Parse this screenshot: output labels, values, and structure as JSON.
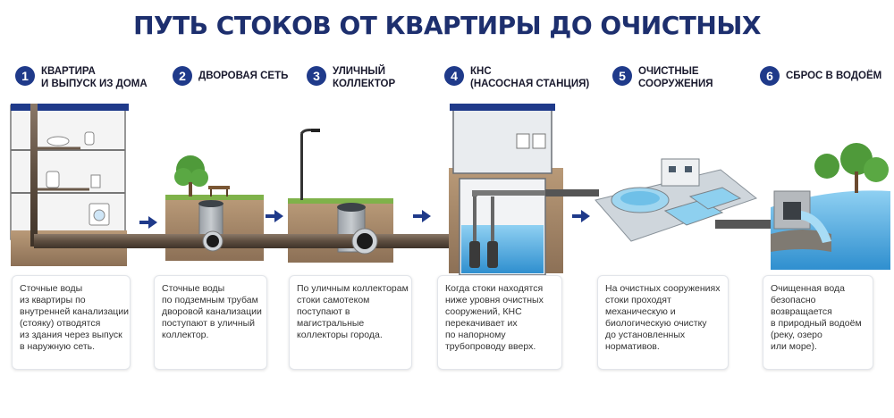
{
  "title": "ПУТЬ СТОКОВ ОТ КВАРТИРЫ ДО ОЧИСТНЫХ",
  "colors": {
    "accent": "#1f3a8a",
    "pipe": "#6b5a4a",
    "water": "#3aa0d8",
    "soil": "#a88a6a"
  },
  "steps": [
    {
      "num": "1",
      "title": [
        "КВАРТИРА",
        "И ВЫПУСК ИЗ ДОМА"
      ],
      "text": [
        "Сточные воды",
        "из квартиры по",
        "внутренней канализации",
        "(стояку) отводятся",
        "из здания через выпуск",
        "в наружную сеть."
      ]
    },
    {
      "num": "2",
      "title": [
        "ДВОРОВАЯ СЕТЬ"
      ],
      "text": [
        "Сточные воды",
        "по подземным трубам",
        "дворовой канализации",
        "поступают в уличный",
        "коллектор."
      ]
    },
    {
      "num": "3",
      "title": [
        "УЛИЧНЫЙ",
        "КОЛЛЕКТОР"
      ],
      "text": [
        "По уличным коллекторам",
        "стоки самотеком",
        "поступают в",
        "магистральные",
        "коллекторы города."
      ]
    },
    {
      "num": "4",
      "title": [
        "КНС",
        "(НАСОСНАЯ СТАНЦИЯ)"
      ],
      "text": [
        "Когда стоки находятся",
        "ниже уровня очистных",
        "сооружений, КНС",
        "перекачивает их",
        "по напорному",
        "трубопроводу вверх."
      ]
    },
    {
      "num": "5",
      "title": [
        "ОЧИСТНЫЕ",
        "СООРУЖЕНИЯ"
      ],
      "text": [
        "На очистных сооружениях",
        "стоки проходят",
        "механическую и",
        "биологическую очистку",
        "до установленных",
        "нормативов."
      ]
    },
    {
      "num": "6",
      "title": [
        "СБРОС В ВОДОЁМ"
      ],
      "text": [
        "Очищенная вода",
        "безопасно",
        "возвращается",
        "в природный водоём",
        "(реку, озеро",
        "или море)."
      ]
    }
  ]
}
